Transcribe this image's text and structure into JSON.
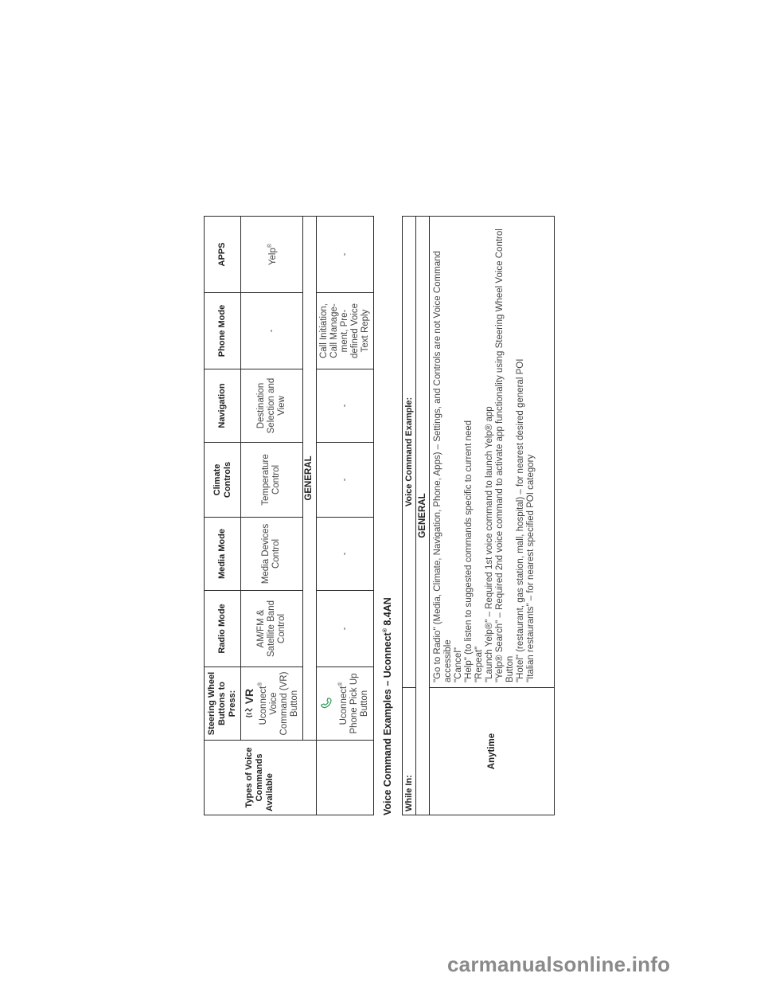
{
  "voice_table": {
    "header": {
      "steering": "Steering Wheel Buttons to Press:",
      "radio": "Radio Mode",
      "media": "Media Mode",
      "climate": "Climate Controls",
      "navigation": "Navigation",
      "phone": "Phone Mode",
      "apps": "APPS"
    },
    "row_label_types": "Types of Voice Commands",
    "row_label_available": "Available",
    "vr_glyph": "VR",
    "row1": {
      "button_brand": "Uconnect",
      "button_rest": "Voice Command (VR) Button",
      "radio": "AM/FM & Satellite Band Control",
      "media": "Media Devices Control",
      "climate": "Temperature Control",
      "navigation": "Destination Selection and View",
      "phone": "-",
      "apps": "Yelp"
    },
    "general_label": "GENERAL",
    "row2": {
      "button_brand": "Uconnect",
      "button_rest": "Phone Pick Up Button",
      "radio": "-",
      "media": "-",
      "climate": "-",
      "navigation": "-",
      "phone": "Call Initiation, Call Manage-ment, Pre-defined Voice Text Reply",
      "apps": "-"
    }
  },
  "caption": {
    "prefix": "Voice Command Examples – Uconnect",
    "suffix": " 8.4AN"
  },
  "examples_table": {
    "header_while": "While In:",
    "header_example": "Voice Command Example:",
    "general_label": "GENERAL",
    "anytime_label": "Anytime",
    "lines": [
      "\"Go to Radio\" (Media, Climate, Navigation, Phone, Apps) – Settings, and Controls are not Voice Command accessible",
      "\"Cancel\"",
      "\"Help\" (to listen to suggested commands specific to current need",
      "\"Repeat\"",
      "\"Launch Yelp®\" – Required 1st voice command to launch Yelp® app",
      "\"Yelp® Search\" – Required 2nd voice command to activate app functionality using Steering Wheel Voice Control Button",
      "\"Hotel\" (restaurant, gas station, mall, hospital) – for nearest desired general POI",
      "\"Italian restaurants\" – for nearest specified POI category"
    ]
  },
  "watermark": "carmanualsonline.info",
  "colors": {
    "text": "#333333",
    "border": "#2a2a2a",
    "watermark": "#8a8a8a"
  },
  "icons": [
    "voice-command-vr-icon",
    "phone-pickup-icon"
  ]
}
